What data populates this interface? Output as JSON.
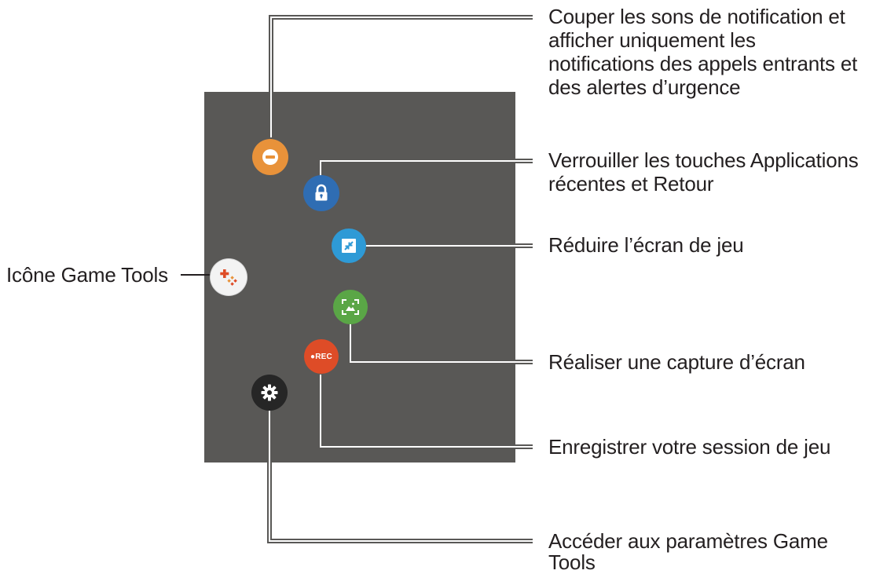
{
  "colors": {
    "panel": "#595856",
    "dnd": "#e8923a",
    "lock": "#2f6db3",
    "minimize": "#2e9ad6",
    "screenshot": "#5aa646",
    "record": "#de4c27",
    "settings": "#262626",
    "game_tools": "#f3f3f3",
    "line_outer": "#595856",
    "line_inner": "#ffffff"
  },
  "callouts": {
    "dnd": [
      "Couper les sons de notification et",
      "afficher uniquement les",
      "notifications des appels entrants et",
      "des alertes d’urgence"
    ],
    "lock": [
      "Verrouiller les touches Applications",
      "récentes et Retour"
    ],
    "minimize": [
      "Réduire l’écran de jeu"
    ],
    "screenshot": [
      "Réaliser une capture d’écran"
    ],
    "record": [
      "Enregistrer votre session de jeu"
    ],
    "settings": [
      "Accéder aux paramètres Game",
      "Tools"
    ],
    "game_tools": [
      "Icône Game Tools"
    ]
  },
  "buttons": {
    "dnd_icon": "minus-circle-icon",
    "lock_icon": "lock-icon",
    "minimize_icon": "minimize-icon",
    "screenshot_icon": "screenshot-icon",
    "record_label": "●REC",
    "settings_icon": "gear-icon",
    "game_tools_icon": "game-tools-icon"
  }
}
